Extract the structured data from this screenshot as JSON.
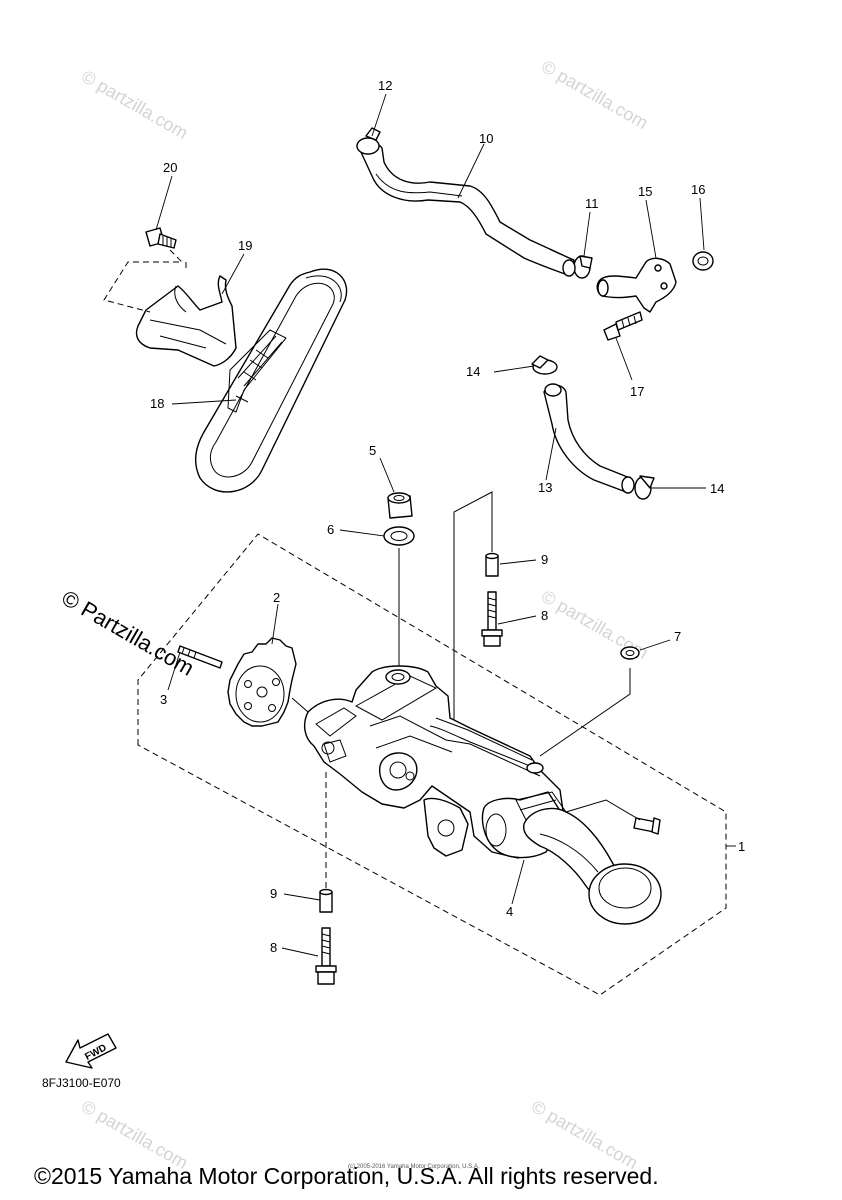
{
  "diagram": {
    "callouts": [
      {
        "id": "1",
        "text": "1"
      },
      {
        "id": "2",
        "text": "2"
      },
      {
        "id": "3",
        "text": "3"
      },
      {
        "id": "4",
        "text": "4"
      },
      {
        "id": "5",
        "text": "5"
      },
      {
        "id": "6",
        "text": "6"
      },
      {
        "id": "7",
        "text": "7"
      },
      {
        "id": "8a",
        "text": "8"
      },
      {
        "id": "8b",
        "text": "8"
      },
      {
        "id": "9a",
        "text": "9"
      },
      {
        "id": "9b",
        "text": "9"
      },
      {
        "id": "10",
        "text": "10"
      },
      {
        "id": "11",
        "text": "11"
      },
      {
        "id": "12",
        "text": "12"
      },
      {
        "id": "13",
        "text": "13"
      },
      {
        "id": "14a",
        "text": "14"
      },
      {
        "id": "14b",
        "text": "14"
      },
      {
        "id": "15",
        "text": "15"
      },
      {
        "id": "16",
        "text": "16"
      },
      {
        "id": "17",
        "text": "17"
      },
      {
        "id": "18",
        "text": "18"
      },
      {
        "id": "19",
        "text": "19"
      },
      {
        "id": "20",
        "text": "20"
      }
    ],
    "fwd_label": "FWD",
    "code": "8FJ3100-E070"
  },
  "watermark": {
    "text": "© Partzilla.com",
    "small": "© partzilla.com"
  },
  "footer": {
    "copyright": "©2015 Yamaha Motor Corporation, U.S.A. All rights reserved.",
    "small_copy": "(c) 2005-2016 Yamaha Motor Corporation, U.S.A."
  }
}
